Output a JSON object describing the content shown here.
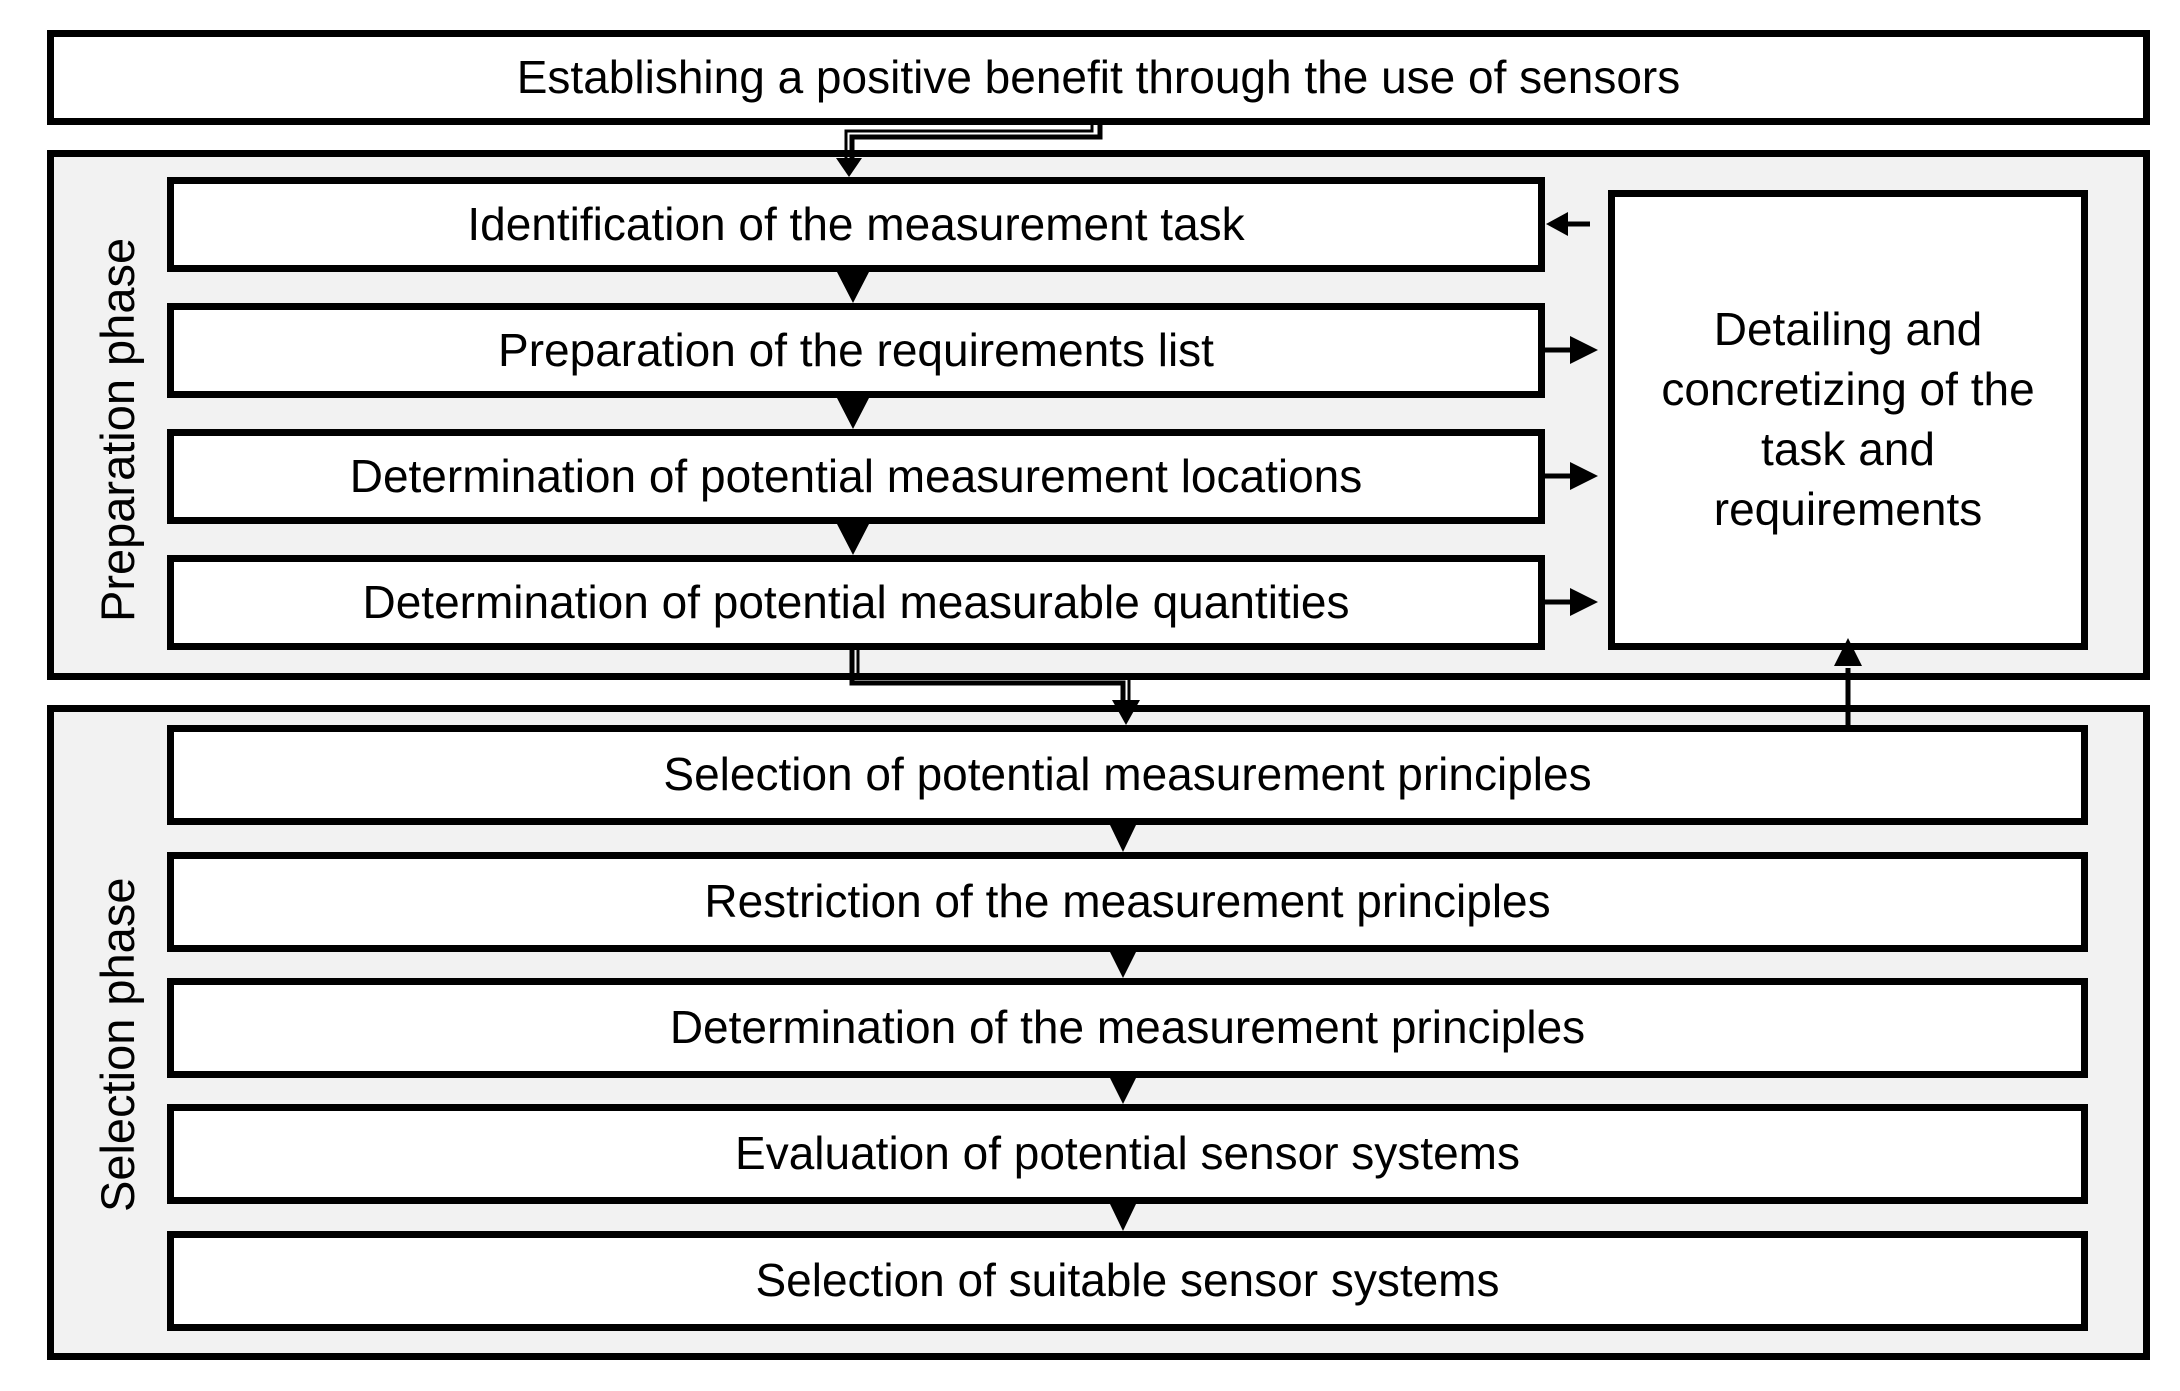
{
  "top": {
    "label": "Establishing a positive benefit through the use of sensors"
  },
  "preparation": {
    "label": "Preparation phase",
    "steps": [
      "Identification of the measurement task",
      "Preparation of the requirements list",
      "Determination of potential measurement locations",
      "Determination of potential measurable quantities"
    ],
    "detail": "Detailing and concretizing of the task and requirements"
  },
  "selection": {
    "label": "Selection phase",
    "steps": [
      "Selection of potential measurement principles",
      "Restriction of the measurement principles",
      "Determination of the measurement principles",
      "Evaluation of potential sensor systems",
      "Selection of suitable sensor systems"
    ]
  }
}
